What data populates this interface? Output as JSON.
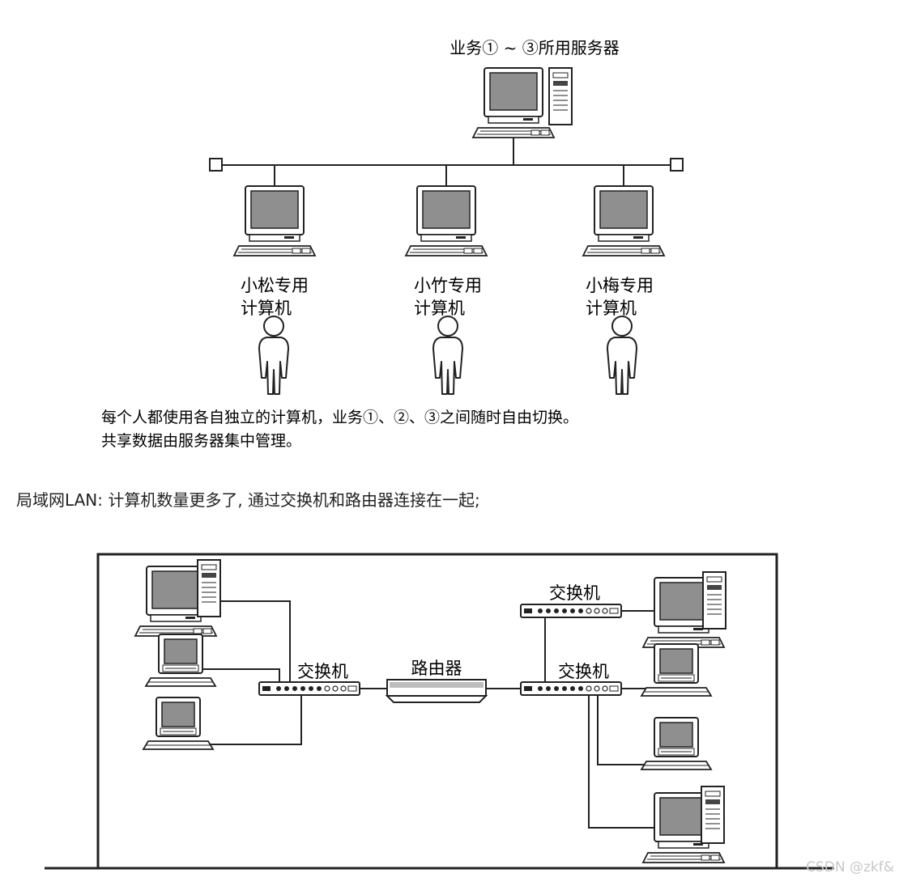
{
  "top_diagram": {
    "server_label": "业务① ~ ③所用服务器",
    "users": [
      {
        "line1": "小松专用",
        "line2": "计算机"
      },
      {
        "line1": "小竹专用",
        "line2": "计算机"
      },
      {
        "line1": "小梅专用",
        "line2": "计算机"
      }
    ],
    "caption_line1": "每个人都使用各自独立的计算机，业务①、②、③之间随时自由切换。",
    "caption_line2": "共享数据由服务器集中管理。"
  },
  "lan_text": "局域网LAN: 计算机数量更多了, 通过交换机和路由器连接在一起;",
  "lan_diagram": {
    "left_switch_label": "交换机",
    "router_label": "路由器",
    "right_top_switch_label": "交换机",
    "right_bottom_switch_label": "交换机"
  },
  "watermark": "CSDN @zkf&"
}
